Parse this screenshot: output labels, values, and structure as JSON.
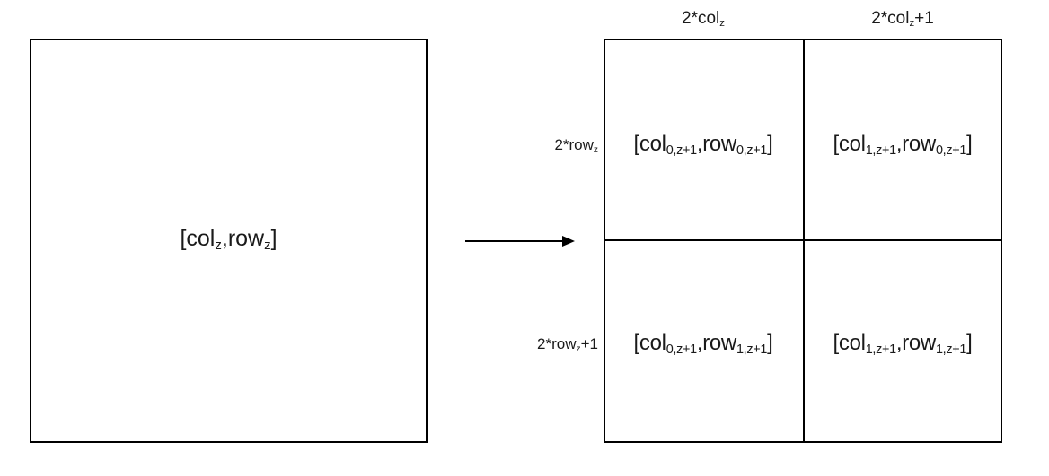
{
  "parent_tile": {
    "col_base": "col",
    "col_sub": "z",
    "row_base": "row",
    "row_sub": "z"
  },
  "column_headers": [
    {
      "prefix": "2*col",
      "sub": "z",
      "suffix": ""
    },
    {
      "prefix": "2*col",
      "sub": "z",
      "suffix": "+1"
    }
  ],
  "row_headers": [
    {
      "prefix": "2*row",
      "sub": "z",
      "suffix": ""
    },
    {
      "prefix": "2*row",
      "sub": "z",
      "suffix": "+1"
    }
  ],
  "child_tiles": [
    {
      "col_base": "col",
      "col_sub": "0,z+1",
      "row_base": "row",
      "row_sub": "0,z+1"
    },
    {
      "col_base": "col",
      "col_sub": "1,z+1",
      "row_base": "row",
      "row_sub": "0,z+1"
    },
    {
      "col_base": "col",
      "col_sub": "0,z+1",
      "row_base": "row",
      "row_sub": "1,z+1"
    },
    {
      "col_base": "col",
      "col_sub": "1,z+1",
      "row_base": "row",
      "row_sub": "1,z+1"
    }
  ]
}
